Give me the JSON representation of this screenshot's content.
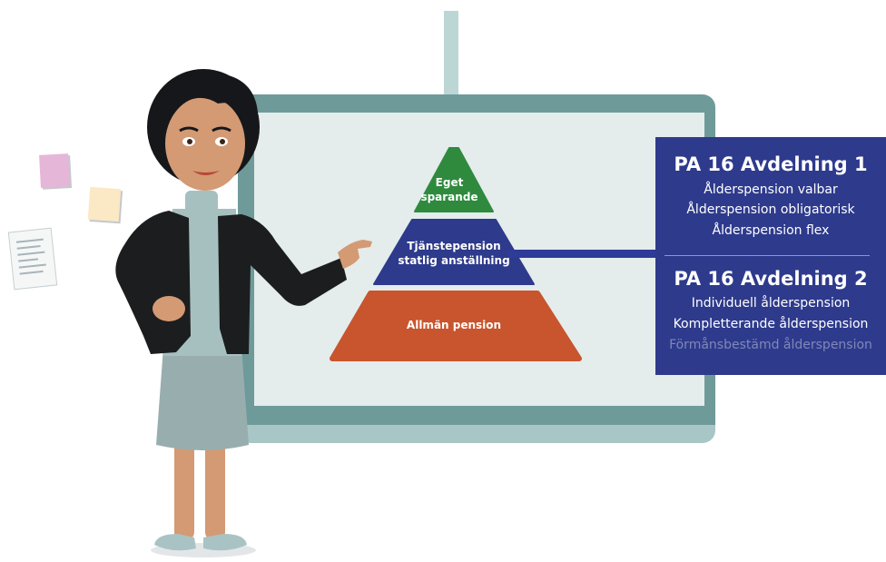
{
  "pyramid": {
    "top_label": "Eget sparande",
    "middle_label_line1": "Tjänstepension",
    "middle_label_line2": "statlig anställning",
    "bottom_label": "Allmän pension",
    "colors": {
      "top": "#2f8a3e",
      "middle": "#2e3a8c",
      "bottom": "#c8552e"
    }
  },
  "panel": {
    "section1": {
      "title": "PA 16 Avdelning 1",
      "items": [
        "Ålderspension valbar",
        "Ålderspension obligatorisk",
        "Ålderspension flex"
      ]
    },
    "section2": {
      "title": "PA 16 Avdelning 2",
      "items": [
        "Individuell ålderspension",
        "Kompletterande ålderspension",
        "Förmånsbestämd ålderspension"
      ]
    },
    "background": "#2e3a8c"
  },
  "decorations": {
    "presenter": "woman-presenter-illustration",
    "notes": [
      "sticky-note-pink",
      "sticky-note-yellow",
      "document-paper"
    ]
  }
}
